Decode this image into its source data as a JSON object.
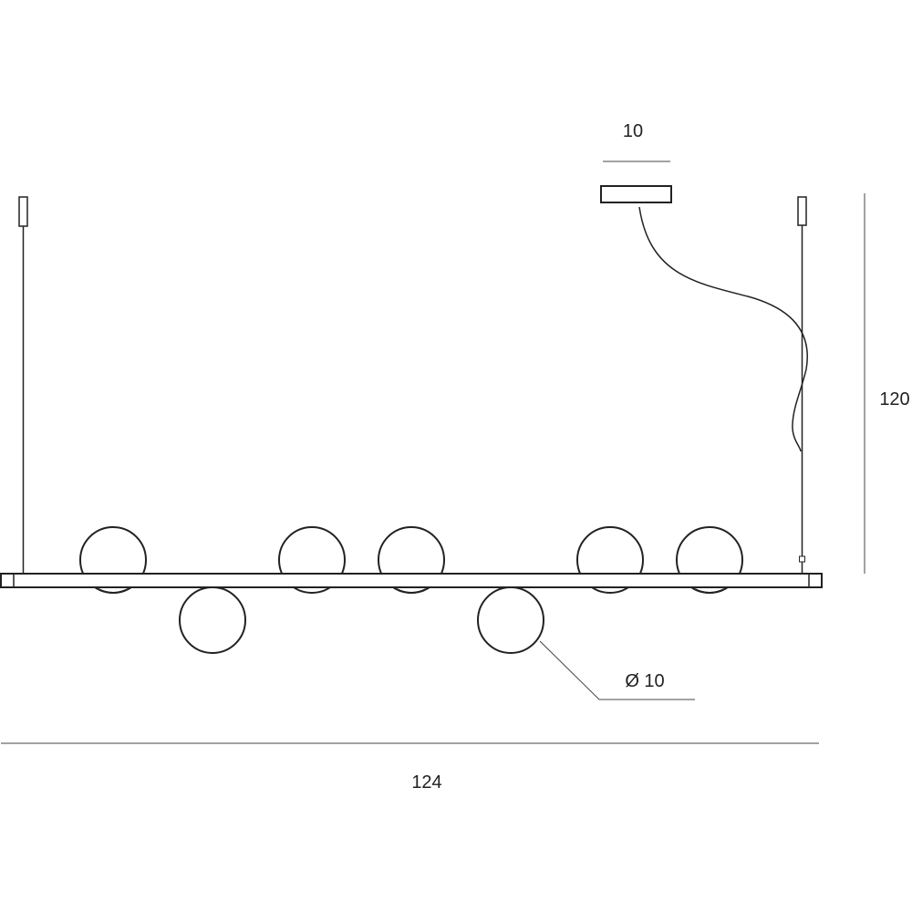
{
  "dimensions": {
    "canopy_width": "10",
    "height": "120",
    "globe_diameter": "Ø 10",
    "total_length": "124"
  },
  "colors": {
    "line": "#222222",
    "dimension_line": "#444444",
    "background": "#ffffff"
  }
}
